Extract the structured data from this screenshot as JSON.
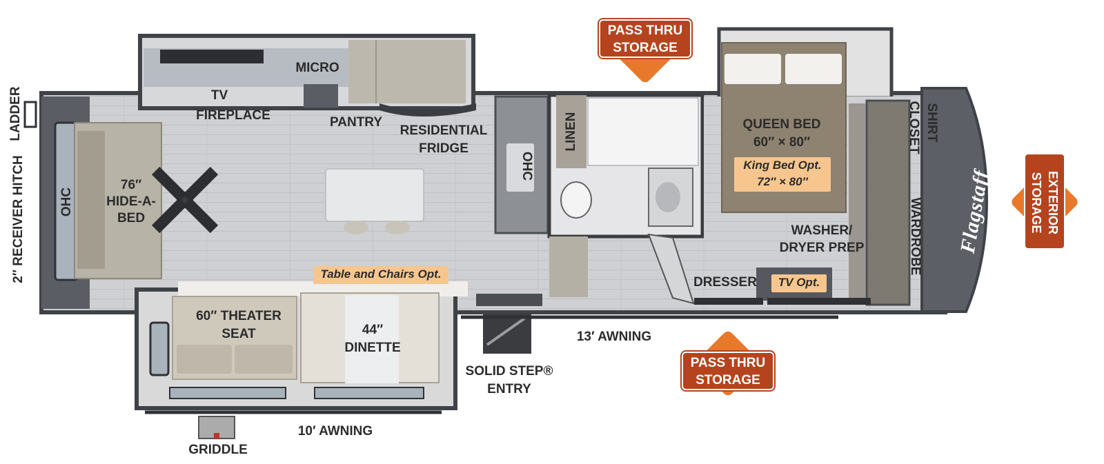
{
  "floorplan": {
    "brand": "Flagstaff",
    "colors": {
      "badge_fill": "#b5441e",
      "badge_drop": "#e8792b",
      "option_fill": "#f7c68e",
      "wall": "#4a4d52",
      "floor": "#c9cbcf"
    },
    "labels": {
      "ladder": "LADDER",
      "receiver_hitch": "2″ RECEIVER HITCH",
      "ohc_left": "OHC",
      "hide_a_bed": [
        "76″",
        "HIDE-A-",
        "BED"
      ],
      "tv": "TV",
      "fireplace": "FIREPLACE",
      "micro": "MICRO",
      "pantry": "PANTRY",
      "residential_fridge": [
        "RESIDENTIAL",
        "FRIDGE"
      ],
      "ohc_mid": "OHC",
      "linen": "LINEN",
      "queen_bed": [
        "QUEEN BED",
        "60″ × 80″"
      ],
      "king_bed_opt": [
        "King Bed Opt.",
        "72″ × 80″"
      ],
      "shirt_closet": [
        "SHIRT",
        "CLOSET"
      ],
      "wardrobe": "WARDROBE",
      "washer_dryer": [
        "WASHER/",
        "DRYER PREP"
      ],
      "dresser": "DRESSER",
      "tv_opt": "TV Opt.",
      "table_chairs_opt": "Table and Chairs Opt.",
      "theater_seat": [
        "60″ THEATER",
        "SEAT"
      ],
      "dinette": [
        "44″",
        "DINETTE"
      ],
      "solid_step": [
        "SOLID STEP®",
        "ENTRY"
      ],
      "awning_13": "13′ AWNING",
      "awning_10": "10′ AWNING",
      "griddle": "GRIDDLE"
    },
    "badges": {
      "pass_thru_top": [
        "PASS THRU",
        "STORAGE"
      ],
      "pass_thru_bottom": [
        "PASS THRU",
        "STORAGE"
      ],
      "exterior_storage": [
        "EXTERIOR",
        "STORAGE"
      ]
    }
  }
}
